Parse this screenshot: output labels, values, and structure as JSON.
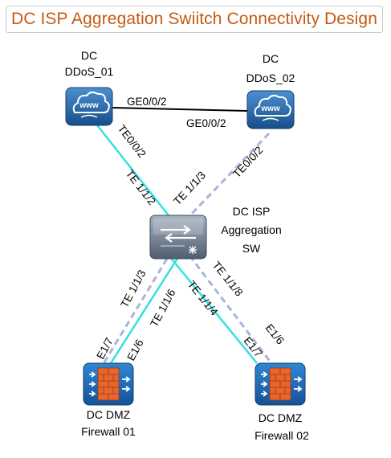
{
  "title": "DC ISP Aggregation Swiitch Connectivity Design",
  "devices": {
    "ddos_01": {
      "line1": "DC",
      "line2": "DDoS_01",
      "icon": "www-cloud-icon"
    },
    "ddos_02": {
      "line1": "DC",
      "line2": "DDoS_02",
      "icon": "www-cloud-icon"
    },
    "agg_sw": {
      "line1": "DC ISP",
      "line2": "Aggregation",
      "line3": "SW",
      "icon": "layer2-switch-icon"
    },
    "fw_01": {
      "line1": "DC DMZ",
      "line2": "Firewall 01",
      "icon": "firewall-icon"
    },
    "fw_02": {
      "line1": "DC DMZ",
      "line2": "Firewall 02",
      "icon": "firewall-icon"
    }
  },
  "links": {
    "ddos01_ddos02": {
      "a": "GE0/0/2",
      "b": "GE0/0/2"
    },
    "ddos01_sw": {
      "a": "TE0/0/2",
      "b": "TE 1/1/2"
    },
    "ddos02_sw": {
      "a": "TE0/0/2",
      "b": "TE 1/1/3"
    },
    "sw_fw01_a": {
      "a": "TE 1/1/3",
      "b": "E1/7"
    },
    "sw_fw01_b": {
      "a": "TE 1/1/6",
      "b": "E1/6"
    },
    "sw_fw02_a": {
      "a": "TE 1/1/4",
      "b": "E1/7"
    },
    "sw_fw02_b": {
      "a": "TE 1/1/8",
      "b": "E1/6"
    }
  },
  "colors": {
    "title": "#c55a11",
    "solid_link": "#33e0e0",
    "dashed_link": "#a9b4db",
    "ethernet_link": "#000000",
    "device_blue": "#1f5f9e"
  }
}
